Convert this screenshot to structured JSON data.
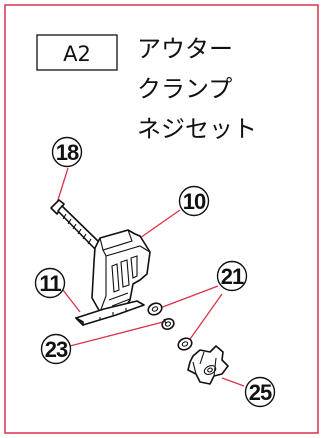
{
  "header": {
    "kit_code": "A2",
    "title_lines": [
      "アウター",
      "クランプ",
      "ネジセット"
    ]
  },
  "parts": [
    {
      "id": "screw",
      "number": "18"
    },
    {
      "id": "clamp",
      "number": "10"
    },
    {
      "id": "pad",
      "number": "11"
    },
    {
      "id": "washer",
      "number": "21"
    },
    {
      "id": "spring-washer",
      "number": "23"
    },
    {
      "id": "knob",
      "number": "25"
    }
  ],
  "colors": {
    "frame": "#d8334a",
    "leader": "#d8334a",
    "ink": "#111111"
  }
}
